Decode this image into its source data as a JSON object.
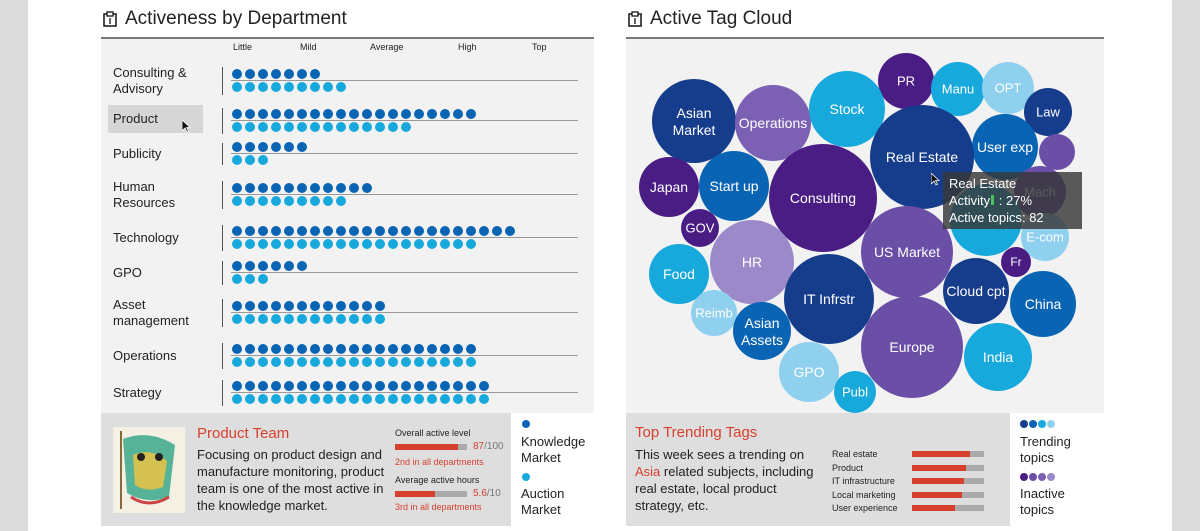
{
  "left_panel": {
    "title": "Activeness by Department",
    "levels": [
      "Little",
      "Mild",
      "Average",
      "High",
      "Top"
    ],
    "departments": [
      {
        "label_lines": [
          "Consulting &",
          "Advisory"
        ],
        "knowledge": 7,
        "auction": 9,
        "selected": false
      },
      {
        "label_lines": [
          "Product"
        ],
        "knowledge": 19,
        "auction": 14,
        "selected": true
      },
      {
        "label_lines": [
          "Publicity"
        ],
        "knowledge": 6,
        "auction": 3,
        "selected": false
      },
      {
        "label_lines": [
          "Human",
          "Resources"
        ],
        "knowledge": 11,
        "auction": 9,
        "selected": false
      },
      {
        "label_lines": [
          "Technology"
        ],
        "knowledge": 22,
        "auction": 19,
        "selected": false
      },
      {
        "label_lines": [
          "GPO"
        ],
        "knowledge": 6,
        "auction": 3,
        "selected": false
      },
      {
        "label_lines": [
          "Asset",
          "management"
        ],
        "knowledge": 12,
        "auction": 12,
        "selected": false
      },
      {
        "label_lines": [
          "Operations"
        ],
        "knowledge": 19,
        "auction": 19,
        "selected": false
      },
      {
        "label_lines": [
          "Strategy"
        ],
        "knowledge": 20,
        "auction": 20,
        "selected": false
      }
    ],
    "team_card": {
      "title": "Product Team",
      "description": "Focusing on product design and manufacture monitoring, product team is one of the most active in the knowledge market.",
      "metric1": {
        "label": "Overall active level",
        "value": "87",
        "max": "/100",
        "fraction": 0.87,
        "rank_ord": "2nd",
        "rank_rest": " in all departments"
      },
      "metric2": {
        "label": "Average active hours",
        "value": "5.6",
        "max": "/10",
        "fraction": 0.56,
        "rank_ord": "3rd",
        "rank_rest": " in all departments"
      }
    },
    "legend": {
      "item1_line1": "Knowledge",
      "item1_line2": "Market",
      "item2_line1": "Auction",
      "item2_line2": "Market"
    }
  },
  "right_panel": {
    "title": "Active Tag Cloud",
    "tooltip": {
      "title": "Real Estate",
      "activity_label": "Activity",
      "activity_value": " : 27%",
      "topics": "Active topics: 82"
    },
    "trending": {
      "title": "Top Trending Tags",
      "text_before": "This week sees a trending on ",
      "highlight": "Asia",
      "text_after": " related subjects, including real estate, local product strategy, etc.",
      "tags": [
        {
          "label": "Real estate",
          "fraction": 0.8
        },
        {
          "label": "Product",
          "fraction": 0.75
        },
        {
          "label": "IT infrastructure",
          "fraction": 0.72
        },
        {
          "label": "Local marketing",
          "fraction": 0.7
        },
        {
          "label": "User experience",
          "fraction": 0.6
        }
      ]
    },
    "legend": {
      "item1_line1": "Trending",
      "item1_line2": "topics",
      "item2_line1": "Inactive",
      "item2_line2": "topics"
    }
  },
  "colors": {
    "knowledge": "#0a64b4",
    "auction": "#17a9dc",
    "accent_red": "#d7402f",
    "dark_navy": "#163c8c",
    "purple": "#4a1d85",
    "violet": "#6b4fa7",
    "lavender": "#9c89c9",
    "sky": "#8fd0ef"
  }
}
